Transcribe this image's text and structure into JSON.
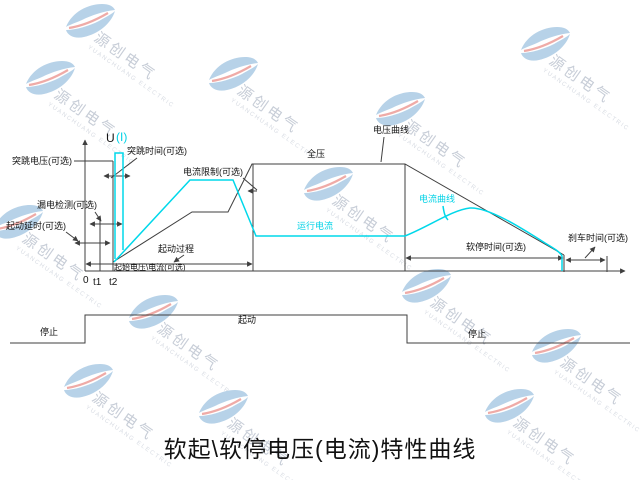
{
  "title": "软起\\软停电压(电流)特性曲线",
  "watermark": {
    "cn": "源创电气",
    "en": "YUANCHUANG ELECTRIC"
  },
  "colors": {
    "line": "#3f3f3f",
    "current_curve": "#00d8ea",
    "watermark_text": "#c7cdd7",
    "logo_blue": "#b7d2e8",
    "logo_red": "#efaba7"
  },
  "axis": {
    "u": "U",
    "i": "(I)",
    "origin": "0",
    "t1": "t1",
    "t2": "t2"
  },
  "labels": {
    "jump_voltage": "突跳电压(可选)",
    "jump_time": "突跳时间(可选)",
    "leak_detect": "漏电检测(可选)",
    "start_delay": "起动延时(可选)",
    "current_limit": "电流限制(可选)",
    "start_process": "起动过程",
    "initial_vi": "起始电压\\电流(可选)",
    "full_voltage": "全压",
    "voltage_curve": "电压曲线",
    "current_curve": "电流曲线",
    "run_current": "运行电流",
    "soft_stop_time": "软停时间(可选)",
    "brake_time": "刹车时间(可选)"
  },
  "signal": {
    "stop_left": "停止",
    "run": "起动",
    "stop_right": "停止"
  },
  "curves": {
    "voltage": "黑色: 突跳→起始电压→斜坡→限流平台→全压→软停斜坡→刹车",
    "current": "青色: 突跳脉冲→起动斜坡→电流限制平台→运行电流→软停峰→停止"
  }
}
